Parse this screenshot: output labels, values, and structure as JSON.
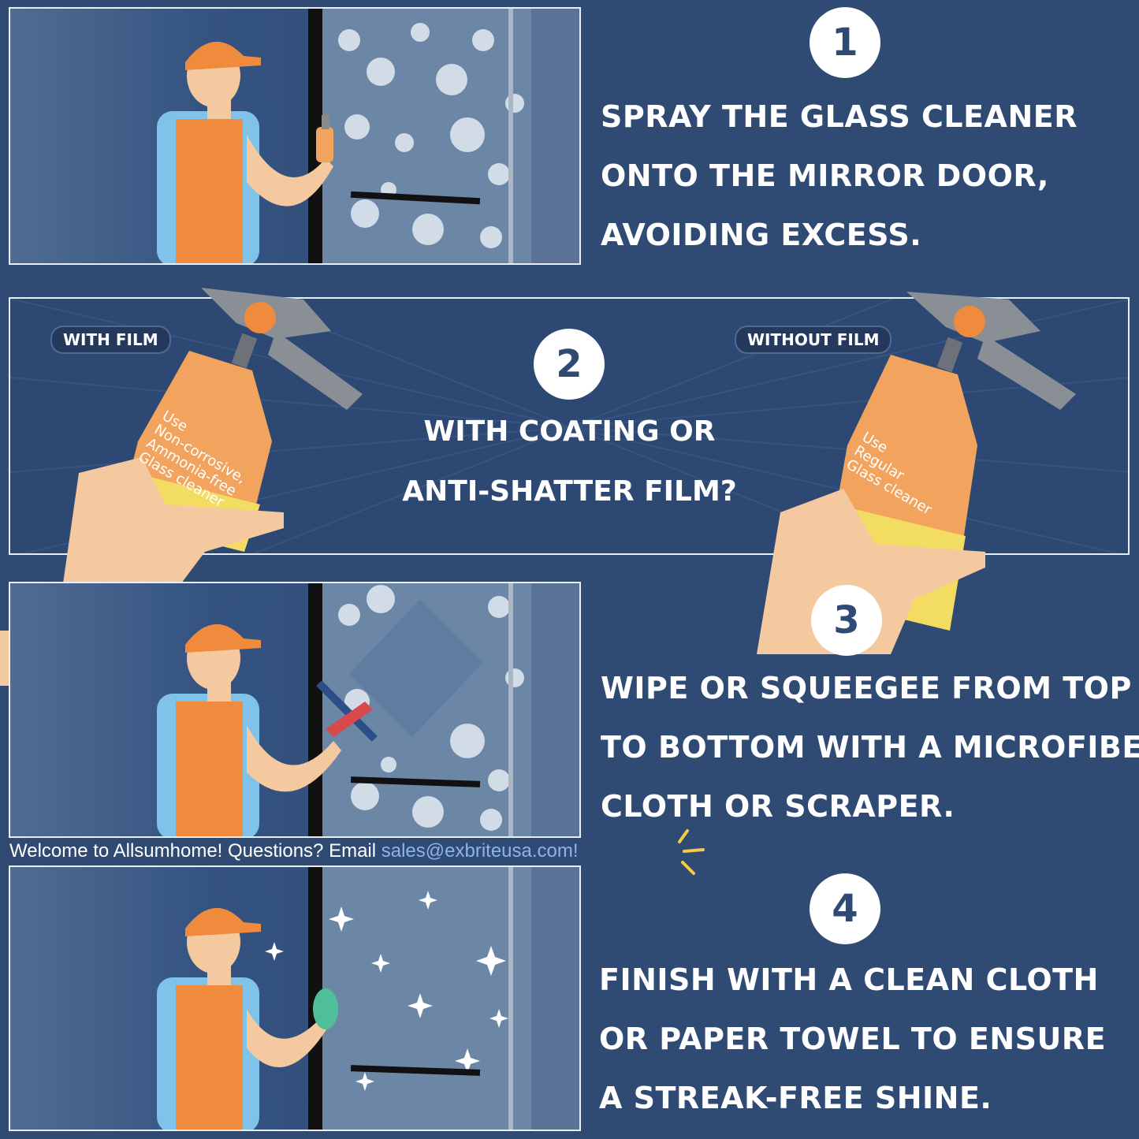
{
  "steps": [
    {
      "number": "1",
      "lines": [
        "SPRAY THE GLASS CLEANER",
        "ONTO THE MIRROR DOOR,",
        "AVOIDING EXCESS."
      ]
    },
    {
      "number": "2",
      "lines": [
        "WITH COATING OR",
        "ANTI-SHATTER FILM?"
      ]
    },
    {
      "number": "3",
      "lines": [
        "WIPE OR SQUEEGEE FROM TOP",
        "TO BOTTOM WITH A MICROFIBER",
        "CLOTH OR SCRAPER."
      ]
    },
    {
      "number": "4",
      "lines": [
        "FINISH WITH A CLEAN CLOTH",
        "OR PAPER TOWEL TO ENSURE",
        "A STREAK-FREE SHINE."
      ]
    }
  ],
  "film": {
    "with_label": "WITH FILM",
    "without_label": "WITHOUT FILM",
    "with_bottle_lines": [
      "Use",
      "Non-corrosive,",
      "Ammonia-free",
      "Glass cleaner"
    ],
    "without_bottle_lines": [
      "Use",
      "Regular",
      "Glass cleaner"
    ]
  },
  "footer": {
    "welcome_text": "Welcome to Allsumhome! Questions? Email ",
    "email": "sales@exbriteusa.com!"
  },
  "colors": {
    "background": "#2f4a73",
    "accent_orange": "#f08a3c",
    "bottle_orange": "#f2a35e",
    "email_blue": "#8fb3e6"
  }
}
